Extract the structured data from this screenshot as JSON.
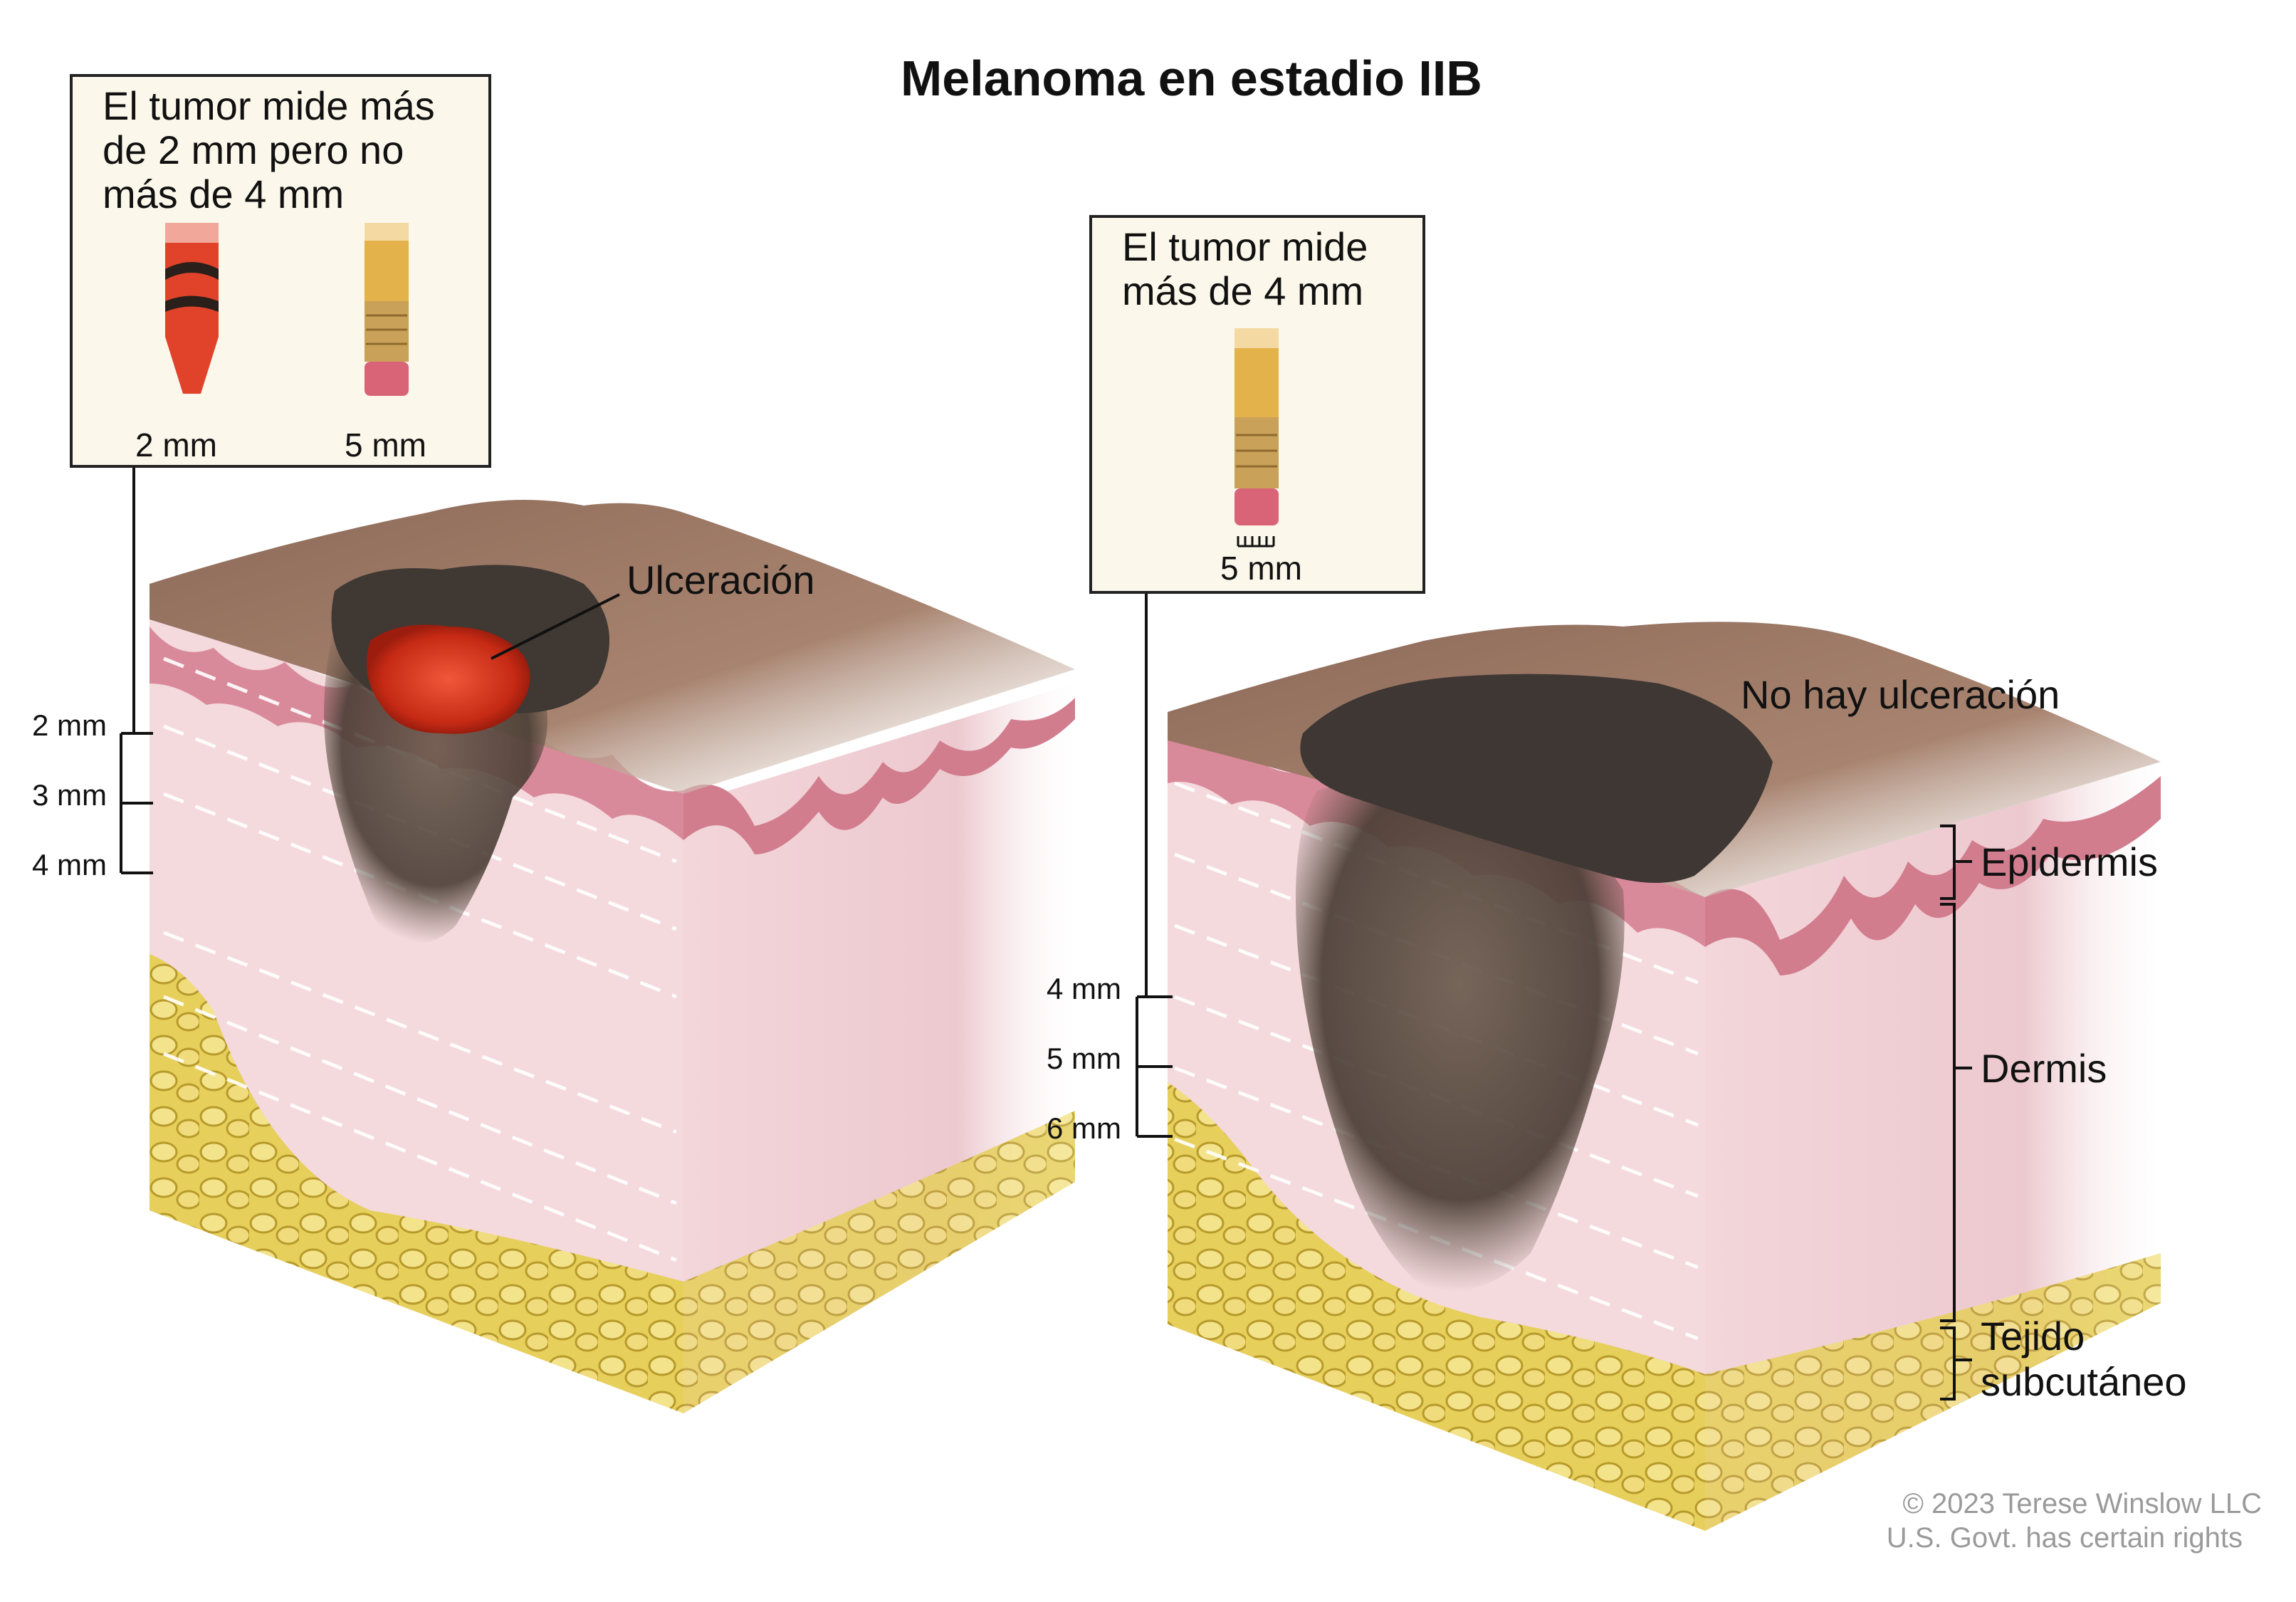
{
  "title": "Melanoma en estadio IIB",
  "left_box": {
    "text": "El tumor mide más\nde 2 mm pero no\nmás de 4 mm",
    "crayon_label": "2 mm",
    "pencil_label": "5 mm"
  },
  "right_box": {
    "text": "El tumor mide\nmás de 4 mm",
    "pencil_label": "5 mm"
  },
  "left_block": {
    "annotation": "Ulceración",
    "depth_marks": [
      "2 mm",
      "3 mm",
      "4 mm"
    ]
  },
  "right_block": {
    "annotation": "No hay ulceración",
    "depth_marks": [
      "4 mm",
      "5 mm",
      "6 mm"
    ]
  },
  "layers": {
    "epidermis": "Epidermis",
    "dermis": "Dermis",
    "subcutaneous": "Tejido\nsubcutáneo"
  },
  "copyright": {
    "line1": "© 2023 Terese Winslow LLC",
    "line2": "U.S. Govt. has certain rights"
  },
  "colors": {
    "skin_surface": "#9a7460",
    "epidermis": "#d98a9a",
    "dermis": "#f2d3d8",
    "fat": "#e8d56a",
    "tumor": "#4a3f38",
    "ulcer": "#d6361e"
  }
}
